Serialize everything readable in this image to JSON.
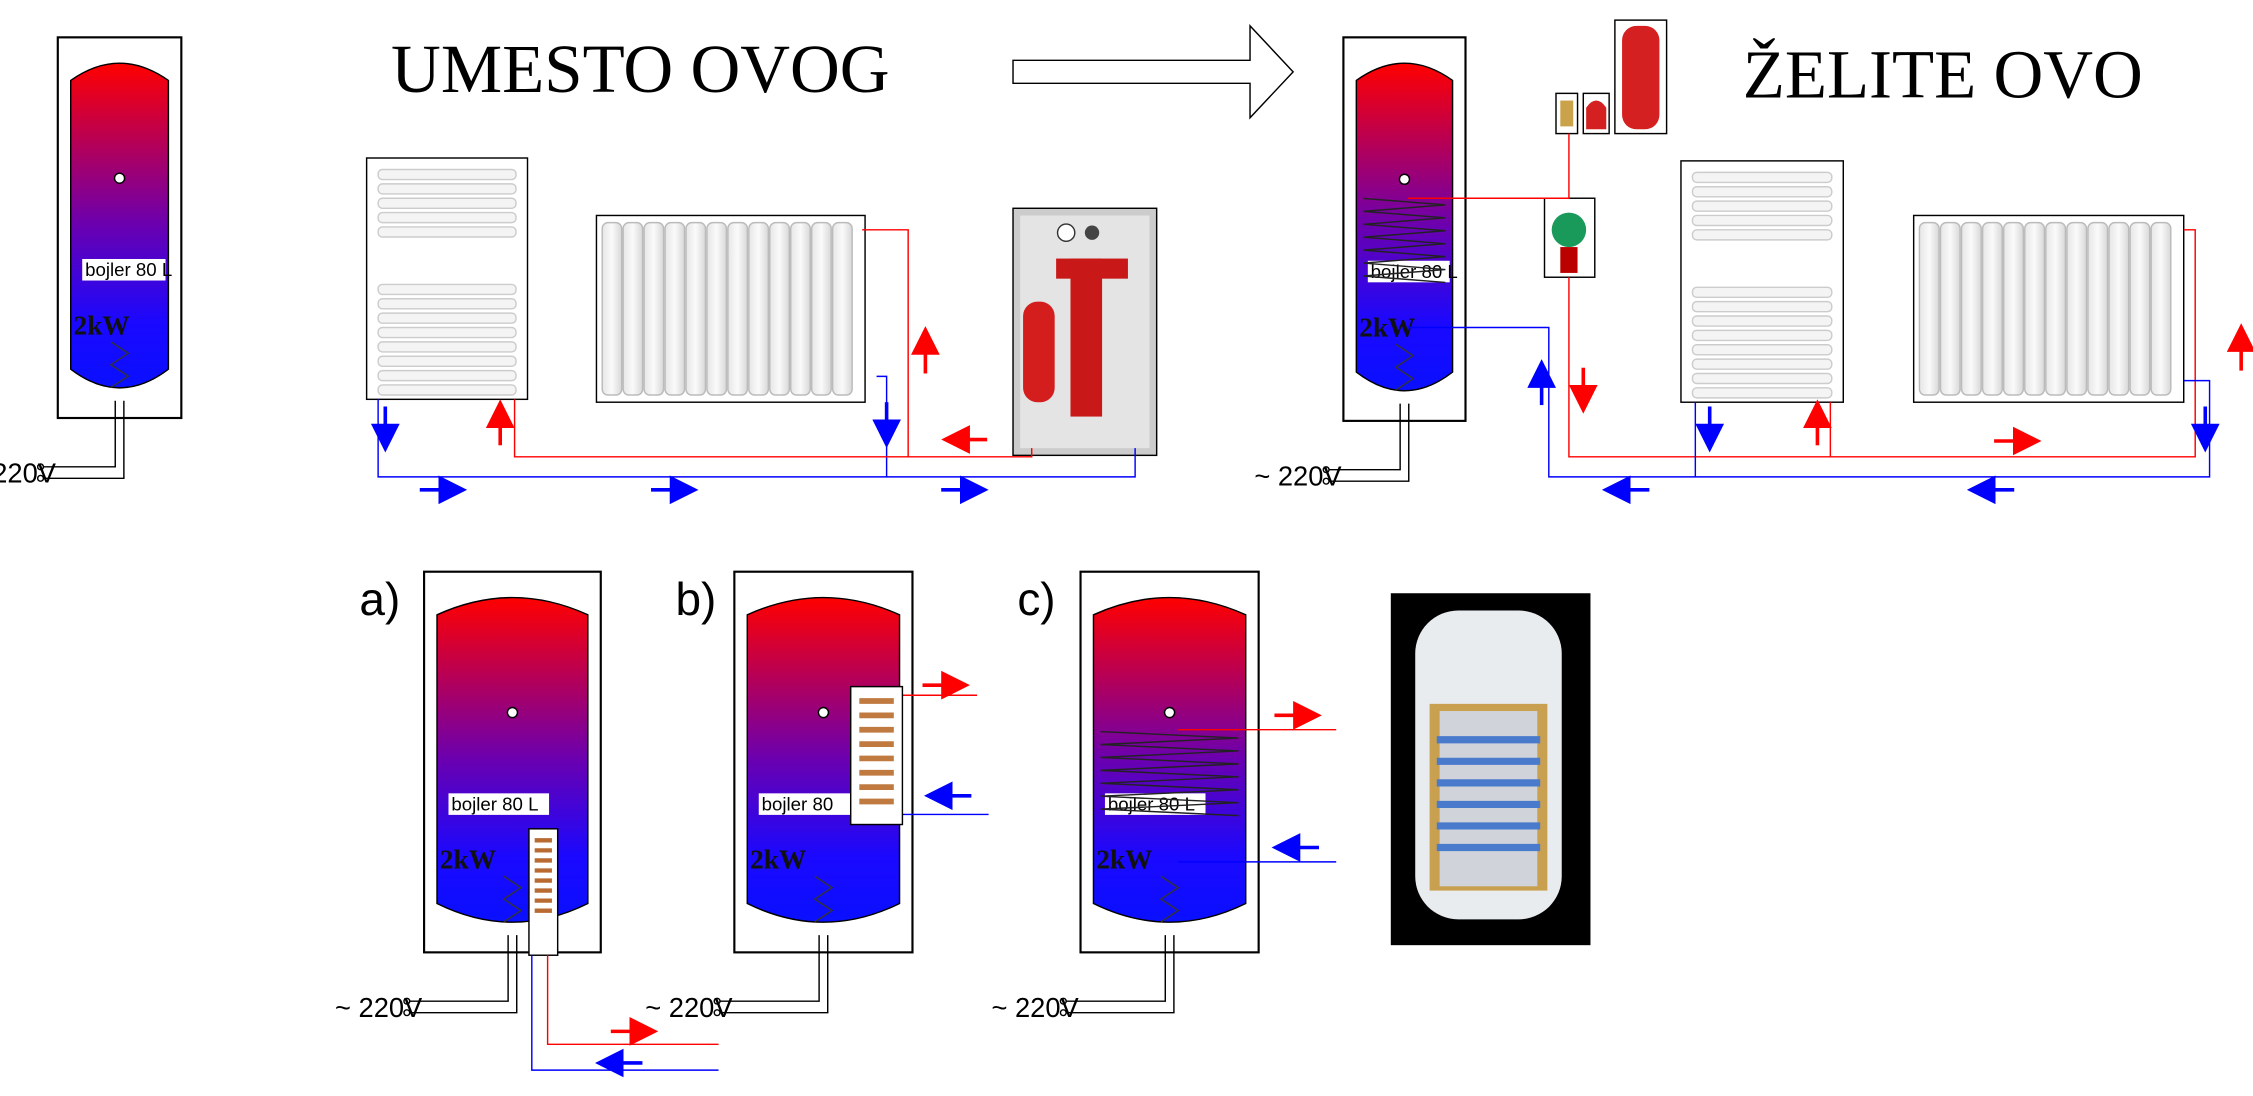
{
  "titles": {
    "instead": "UMESTO  OVOG",
    "want": "ŽELITE OVO"
  },
  "boiler": {
    "label": "bojler 80 L",
    "label_cut": "bojler 80",
    "power": "2kW",
    "voltage": "~ 220V"
  },
  "variants": [
    "a)",
    "b)",
    "c)"
  ],
  "colors": {
    "hot": "#ff0000",
    "cold": "#0000ff",
    "tank_top": "#ff0000",
    "tank_bottom": "#0a10ff"
  }
}
